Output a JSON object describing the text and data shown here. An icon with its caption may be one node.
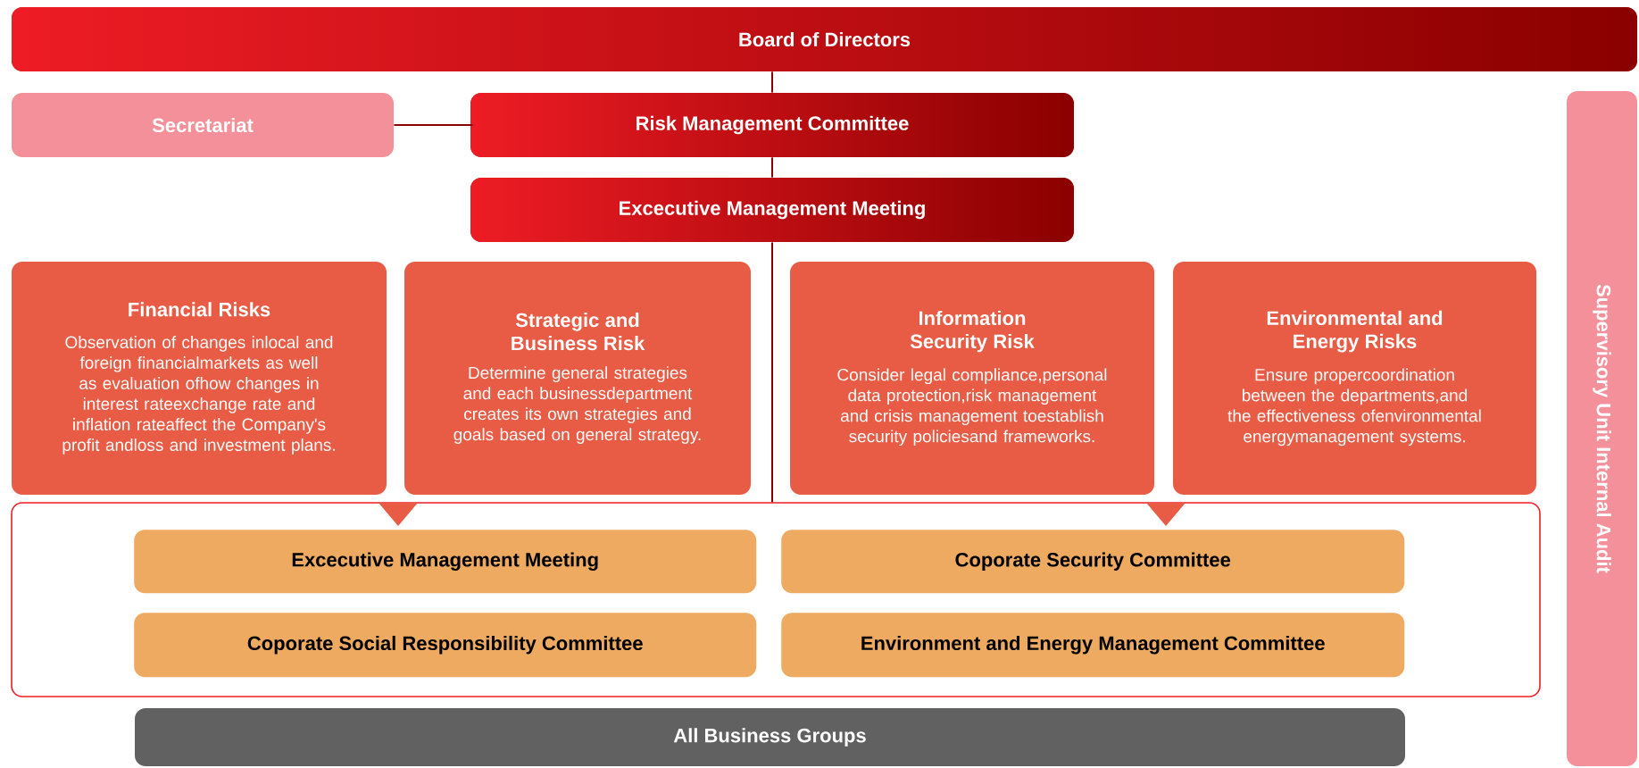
{
  "diagram": {
    "nodes": [
      {
        "text": [
          "Board of Directors"
        ]
      },
      {
        "text": [
          "Secretariat"
        ]
      },
      {
        "text": [
          "Risk Management Committee"
        ]
      },
      {
        "text": [
          "Excecutive Management Meeting"
        ]
      },
      {
        "text": [
          "Financial Risks",
          "Observation of changes inlocal and foreign financialmarkets as well as evaluation ofhow changes in interest rateexchange rate and inflation rateaffect the Company's profit andloss and investment plans."
        ]
      },
      {
        "text": [
          "Strategic and Business Risk",
          "Determine general strategies and each businessdepartment creates its own strategies and goals based on general strategy."
        ]
      },
      {
        "text": [
          "Information Security Risk",
          "Consider legal compliance,personal data protection,risk management and crisis management toestablish security policiesand frameworks."
        ]
      },
      {
        "text": [
          "Environmental and Energy Risks",
          "Ensure propercoordination between the departments,and the effectiveness ofenvironmental energymanagement systems."
        ]
      },
      {
        "text": [],
        "shape": "box"
      },
      {
        "text": [
          "Excecutive Management Meeting"
        ],
        "in": 8
      },
      {
        "text": [
          "Coporate Security Committee"
        ],
        "in": 8
      },
      {
        "text": [
          "Coporate Social Responsibility Committee"
        ],
        "in": 8
      },
      {
        "text": [
          "Environment and Energy Management Committee"
        ],
        "in": 8
      },
      {
        "text": [
          "All Business Groups"
        ]
      },
      {
        "text": [
          "Supervisory Unit Internal Audit"
        ]
      }
    ],
    "edges": [
      {
        "from": 0,
        "to": 2,
        "arrow": "none"
      },
      {
        "from": 1,
        "to": 2,
        "arrow": "none"
      },
      {
        "from": 2,
        "to": 3,
        "arrow": "none"
      },
      {
        "from": 3,
        "to": 8,
        "arrow": "none"
      }
    ]
  }
}
